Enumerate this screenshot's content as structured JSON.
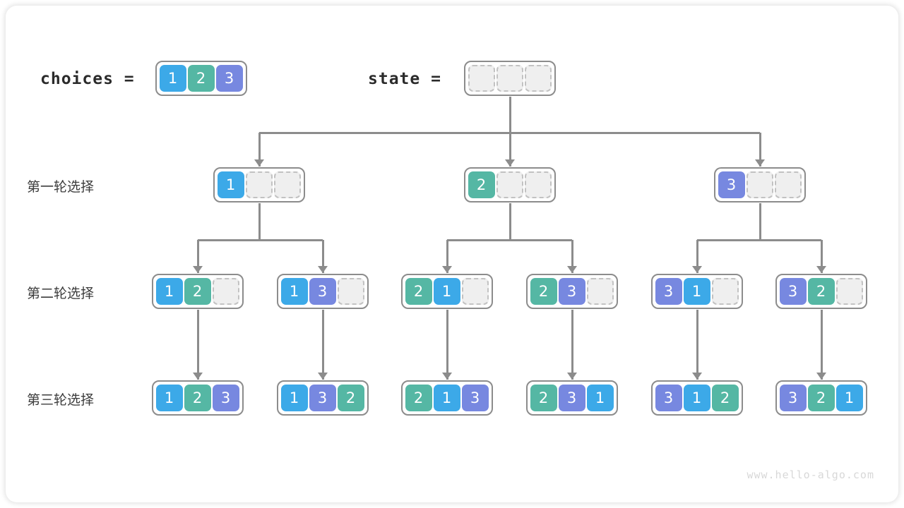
{
  "diagram": {
    "title_choices": "choices =",
    "title_state": "state =",
    "watermark": "www.hello-algo.com",
    "row_labels": [
      "第一轮选择",
      "第二轮选择",
      "第三轮选择"
    ],
    "colors": {
      "blue": "#3ca9e8",
      "teal": "#55b7a4",
      "purple": "#7788e0",
      "empty_fill": "#efefef",
      "empty_border": "#c2c2c2",
      "frame_border": "#8c8c8c",
      "connector": "#8c8c8c"
    }
  },
  "chart_data": {
    "type": "tree",
    "title": "Permutation backtracking tree for choices [1, 2, 3]",
    "choices": [
      {
        "value": "1",
        "color": "blue"
      },
      {
        "value": "2",
        "color": "teal"
      },
      {
        "value": "3",
        "color": "purple"
      }
    ],
    "root_state": [
      {
        "value": "",
        "color": "empty"
      },
      {
        "value": "",
        "color": "empty"
      },
      {
        "value": "",
        "color": "empty"
      }
    ],
    "levels": [
      {
        "label": "第一轮选择",
        "nodes": [
          {
            "cells": [
              {
                "value": "1",
                "color": "blue"
              },
              {
                "value": "",
                "color": "empty"
              },
              {
                "value": "",
                "color": "empty"
              }
            ]
          },
          {
            "cells": [
              {
                "value": "2",
                "color": "teal"
              },
              {
                "value": "",
                "color": "empty"
              },
              {
                "value": "",
                "color": "empty"
              }
            ]
          },
          {
            "cells": [
              {
                "value": "3",
                "color": "purple"
              },
              {
                "value": "",
                "color": "empty"
              },
              {
                "value": "",
                "color": "empty"
              }
            ]
          }
        ]
      },
      {
        "label": "第二轮选择",
        "nodes": [
          {
            "cells": [
              {
                "value": "1",
                "color": "blue"
              },
              {
                "value": "2",
                "color": "teal"
              },
              {
                "value": "",
                "color": "empty"
              }
            ]
          },
          {
            "cells": [
              {
                "value": "1",
                "color": "blue"
              },
              {
                "value": "3",
                "color": "purple"
              },
              {
                "value": "",
                "color": "empty"
              }
            ]
          },
          {
            "cells": [
              {
                "value": "2",
                "color": "teal"
              },
              {
                "value": "1",
                "color": "blue"
              },
              {
                "value": "",
                "color": "empty"
              }
            ]
          },
          {
            "cells": [
              {
                "value": "2",
                "color": "teal"
              },
              {
                "value": "3",
                "color": "purple"
              },
              {
                "value": "",
                "color": "empty"
              }
            ]
          },
          {
            "cells": [
              {
                "value": "3",
                "color": "purple"
              },
              {
                "value": "1",
                "color": "blue"
              },
              {
                "value": "",
                "color": "empty"
              }
            ]
          },
          {
            "cells": [
              {
                "value": "3",
                "color": "purple"
              },
              {
                "value": "2",
                "color": "teal"
              },
              {
                "value": "",
                "color": "empty"
              }
            ]
          }
        ]
      },
      {
        "label": "第三轮选择",
        "nodes": [
          {
            "cells": [
              {
                "value": "1",
                "color": "blue"
              },
              {
                "value": "2",
                "color": "teal"
              },
              {
                "value": "3",
                "color": "purple"
              }
            ]
          },
          {
            "cells": [
              {
                "value": "1",
                "color": "blue"
              },
              {
                "value": "3",
                "color": "purple"
              },
              {
                "value": "2",
                "color": "teal"
              }
            ]
          },
          {
            "cells": [
              {
                "value": "2",
                "color": "teal"
              },
              {
                "value": "1",
                "color": "blue"
              },
              {
                "value": "3",
                "color": "purple"
              }
            ]
          },
          {
            "cells": [
              {
                "value": "2",
                "color": "teal"
              },
              {
                "value": "3",
                "color": "purple"
              },
              {
                "value": "1",
                "color": "blue"
              }
            ]
          },
          {
            "cells": [
              {
                "value": "3",
                "color": "purple"
              },
              {
                "value": "1",
                "color": "blue"
              },
              {
                "value": "2",
                "color": "teal"
              }
            ]
          },
          {
            "cells": [
              {
                "value": "3",
                "color": "purple"
              },
              {
                "value": "2",
                "color": "teal"
              },
              {
                "value": "1",
                "color": "blue"
              }
            ]
          }
        ]
      }
    ]
  }
}
